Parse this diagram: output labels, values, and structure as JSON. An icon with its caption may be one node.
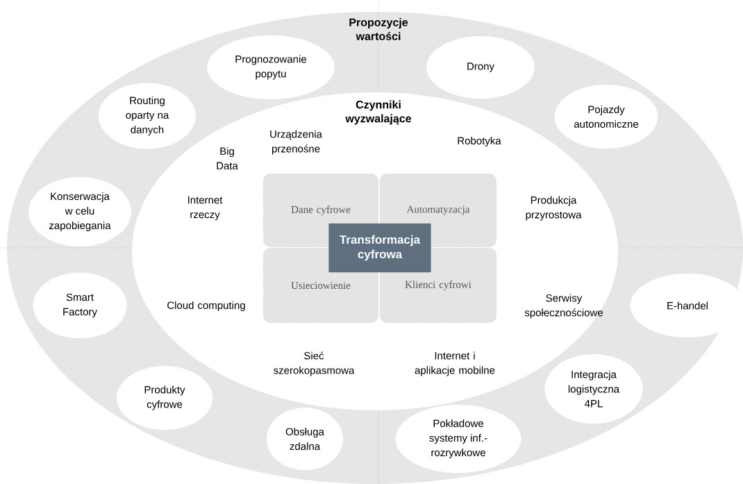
{
  "diagram": {
    "nodes": [
      {
        "text": [
          "Propozycje wartości"
        ]
      },
      {
        "text": [
          "Czynniki wyzwalające"
        ],
        "in": 0
      },
      {
        "text": [
          "Dane cyfrowe"
        ],
        "in": 1
      },
      {
        "text": [
          "Automatyzacja"
        ],
        "in": 1
      },
      {
        "text": [
          "Usieciowienie"
        ],
        "in": 1
      },
      {
        "text": [
          "Klienci cyfrowi"
        ],
        "in": 1
      },
      {
        "text": [
          "Transformacja cyfrowa"
        ],
        "in": 1
      },
      {
        "text": [
          "Prognozowanie popytu"
        ],
        "in": 0
      },
      {
        "text": [
          "Drony"
        ],
        "in": 0
      },
      {
        "text": [
          "Routing oparty na danych"
        ],
        "in": 0
      },
      {
        "text": [
          "Pojazdy autonomiczne"
        ],
        "in": 0
      },
      {
        "text": [
          "Konserwacja w celu zapobiegania"
        ],
        "in": 0
      },
      {
        "text": [
          "Smart Factory"
        ],
        "in": 0
      },
      {
        "text": [
          "E-handel"
        ],
        "in": 0
      },
      {
        "text": [
          "Integracja logistyczna 4PL"
        ],
        "in": 0
      },
      {
        "text": [
          "Produkty cyfrowe"
        ],
        "in": 0
      },
      {
        "text": [
          "Obsługa zdalna"
        ],
        "in": 0
      },
      {
        "text": [
          "Pokładowe systemy inf.- rozrywkowe"
        ],
        "in": 0
      }
    ],
    "labels": [
      "Urządzenia przenośne",
      "Robotyka",
      "Big Data",
      "Internet rzeczy",
      "Produkcja przyrostowa",
      "Cloud computing",
      "Serwisy społecznościowe",
      "Sieć szerokopasmowa",
      "Internet i aplikacje mobilne"
    ]
  }
}
